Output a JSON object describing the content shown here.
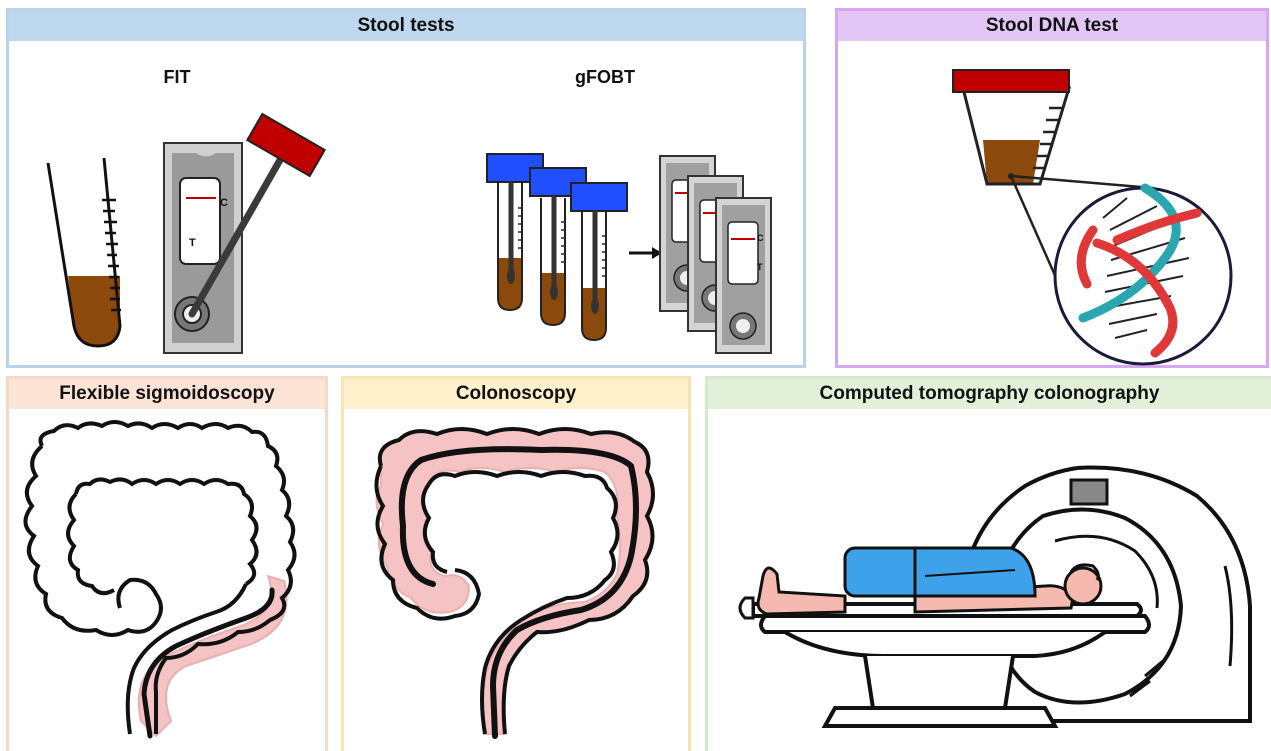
{
  "panels": {
    "stool_tests": {
      "title": "Stool tests",
      "fit_label": "FIT",
      "gfobt_label": "gFOBT"
    },
    "stool_dna": {
      "title": "Stool DNA test"
    },
    "flex_sig": {
      "title": "Flexible sigmoidoscopy"
    },
    "colonoscopy": {
      "title": "Colonoscopy"
    },
    "ct_colonography": {
      "title": "Computed tomography colonography"
    }
  },
  "cassette_marks": {
    "control": "C",
    "test": "T"
  },
  "colors": {
    "stool_border": "#b9d4ea",
    "stool_header": "#bdd7ee",
    "dna_border": "#d7a6f0",
    "dna_header": "#e2c6f5",
    "flex_border": "#f6d8c8",
    "flex_header": "#fbe3d6",
    "colon_border": "#f7e6b5",
    "colon_header": "#fdf0cb",
    "ct_border": "#d6e8cc",
    "ct_header": "#e2efd9",
    "stool_brown": "#8b4a0c",
    "red_cap": "#c00000",
    "blue_cap": "#1f4fff",
    "pink_tissue": "#f5c3c3",
    "patient_blue": "#3da2ea",
    "dna_teal": "#2aa6b0",
    "dna_red": "#e03838"
  }
}
